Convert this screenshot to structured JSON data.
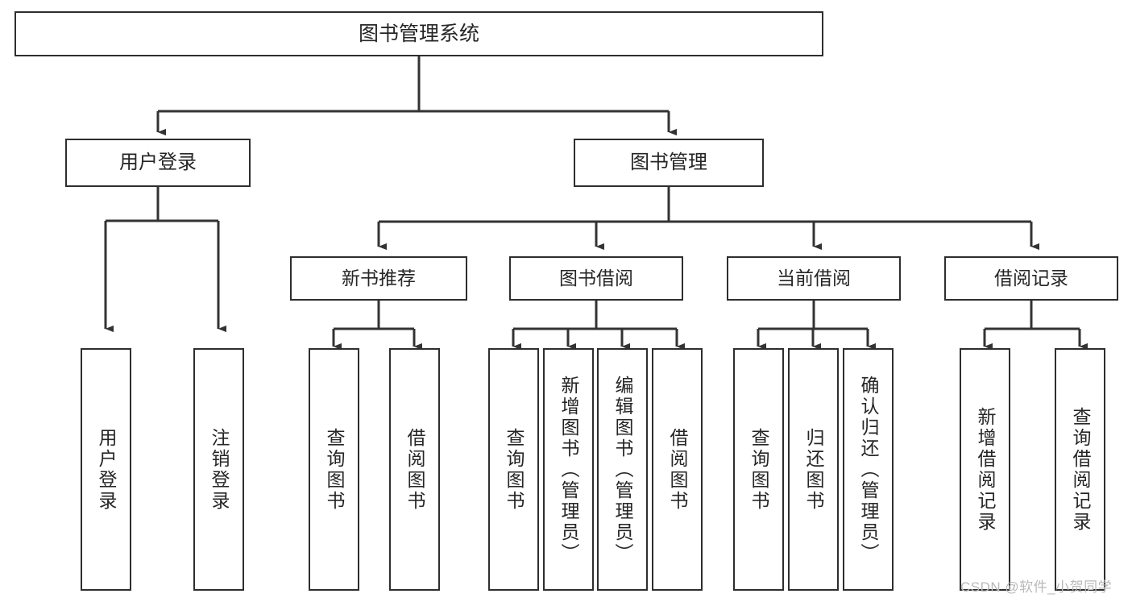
{
  "diagram": {
    "type": "tree",
    "title": "图书管理系统",
    "orientation": "top-down",
    "colors": {
      "background": "#ffffff",
      "node_fill": "#ffffff",
      "node_stroke": "#2e2e2e",
      "edge_stroke": "#333333",
      "text": "#262626",
      "watermark": "#b9b9b9"
    },
    "root": {
      "label": "图书管理系统"
    },
    "tier1": [
      {
        "label": "用户登录"
      },
      {
        "label": "图书管理"
      }
    ],
    "tier2": [
      {
        "label": "新书推荐"
      },
      {
        "label": "图书借阅"
      },
      {
        "label": "当前借阅"
      },
      {
        "label": "借阅记录"
      }
    ],
    "leaves": {
      "user_login": [
        {
          "label": "用户登录"
        },
        {
          "label": "注销登录"
        }
      ],
      "new_book_recommend": [
        {
          "label": "查询图书"
        },
        {
          "label": "借阅图书"
        }
      ],
      "book_borrow": [
        {
          "label": "查询图书"
        },
        {
          "label": "新增图书（管理员）"
        },
        {
          "label": "编辑图书（管理员）"
        },
        {
          "label": "借阅图书"
        }
      ],
      "current_borrow": [
        {
          "label": "查询图书"
        },
        {
          "label": "归还图书"
        },
        {
          "label": "确认归还（管理员）"
        }
      ],
      "borrow_record": [
        {
          "label": "新增借阅记录"
        },
        {
          "label": "查询借阅记录"
        }
      ]
    }
  },
  "watermark": {
    "text": "CSDN @软件_小贺同学"
  }
}
